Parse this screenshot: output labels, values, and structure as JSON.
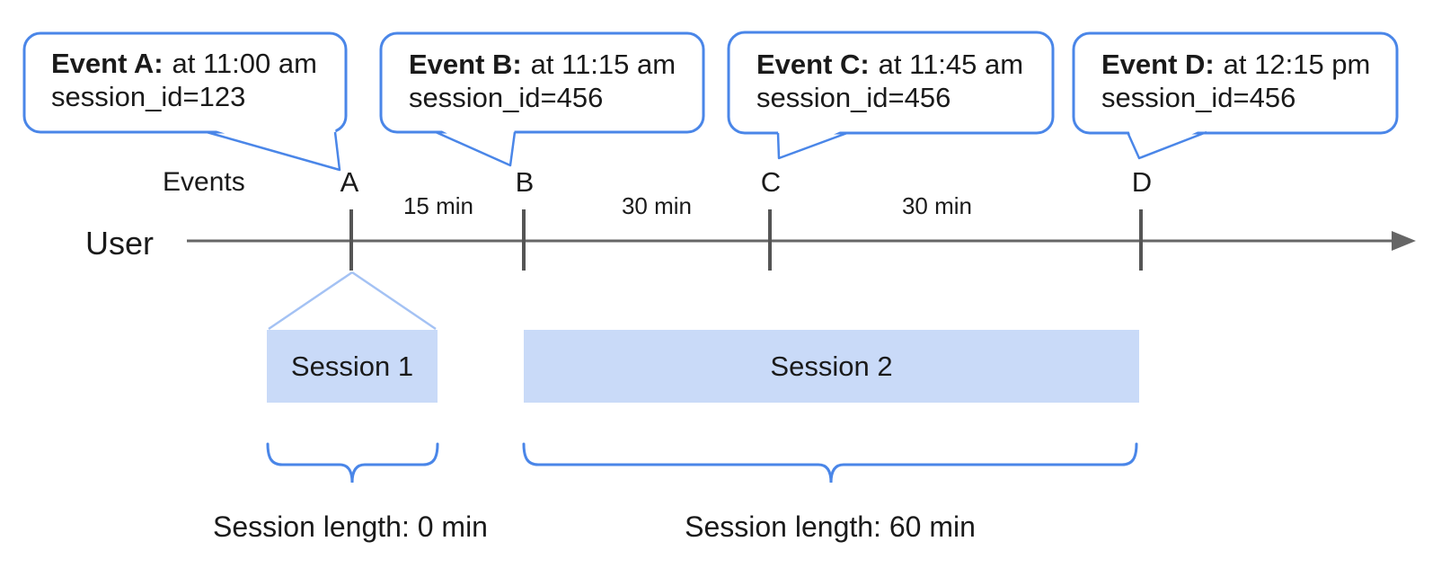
{
  "events": [
    {
      "label": "A",
      "callout": {
        "bold": "Event A:",
        "time": "at 11:00 am",
        "line2": "session_id=123"
      }
    },
    {
      "label": "B",
      "callout": {
        "bold": "Event B:",
        "time": "at 11:15 am",
        "line2": "session_id=456"
      }
    },
    {
      "label": "C",
      "callout": {
        "bold": "Event C:",
        "time": "at 11:45 am",
        "line2": "session_id=456"
      }
    },
    {
      "label": "D",
      "callout": {
        "bold": "Event D:",
        "time": "at 12:15 pm",
        "line2": "session_id=456"
      }
    }
  ],
  "timeline": {
    "events_label": "Events",
    "user_label": "User",
    "gap_labels": [
      "15 min",
      "30 min",
      "30 min"
    ]
  },
  "sessions": [
    {
      "label": "Session 1",
      "length_label": "Session length: 0 min"
    },
    {
      "label": "Session 2",
      "length_label": "Session length: 60 min"
    }
  ],
  "colors": {
    "callout_border_blue": "#4a86e8",
    "session_fill_blue": "#c9daf8",
    "funnel_line_blue": "#a4c2f4",
    "timeline_gray": "#666666",
    "text": "#1a1a1a"
  }
}
